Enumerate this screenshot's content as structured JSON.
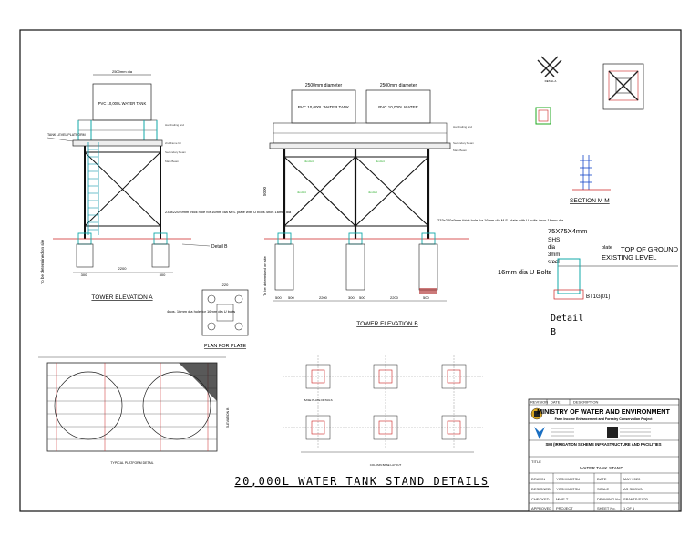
{
  "drawing_title": "20,000L WATER TANK STAND DETAILS",
  "views": {
    "tower_a": {
      "caption": "TOWER ELEVATION A",
      "tank_label": "PVC 10,000L WATER TANK",
      "dim_top": "2500mm dia",
      "tank_level": "TANK LEVEL PLATFORM",
      "anchor_note": "233x220x9mm thick hole for 16mm dia M.S. plate with U bolts 4nos 16mm dia",
      "detail_ref": "Detail B",
      "side_text": "To be determined on site",
      "dim_2200": "2200",
      "dim_300a": "300",
      "dim_300b": "300"
    },
    "tower_b": {
      "caption": "TOWER ELEVATION B",
      "dim_top1": "2500mm diameter",
      "dim_top2": "2500mm diameter",
      "tank1": "PVC 10,000L WATER TANK",
      "tank2": "PVC 10,000L WATER",
      "anchor_note": "233x220x9mm thick hole for 16mm dia M.S. plate with U bolts 4nos 16mm dia",
      "dims": [
        "500",
        "500",
        "2200",
        "300",
        "500",
        "2200",
        "500"
      ],
      "dim_5000": "5000",
      "side_text": "To be determined on site"
    },
    "plate": {
      "caption": "PLAN FOR PLATE",
      "dim": "220",
      "note": "4nos. 16mm dia hole for 16mm dia U bolts"
    },
    "detail_b": {
      "angle": "75X75X4mm",
      "shs": "SHS",
      "dia": "dia",
      "thk": "3mm",
      "steel": "steel",
      "plate": "plate",
      "ground": "TOP OF GROUND",
      "existing": "EXISTING LEVEL",
      "ubolts": "16mm dia U Bolts",
      "beam": "BT1G(01)",
      "title1": "Detail",
      "title2": "B"
    },
    "section": {
      "label": "SECTION M-M",
      "detail_a": "DETAIL A"
    },
    "platform": {
      "caption": "TYPICAL PLATFORM DETAIL",
      "elev": "ELEVATION B"
    },
    "base": {
      "caption": "COLUMN BASE LAYOUT",
      "sub": "BASE PLATE DETAILS"
    }
  },
  "title_block": {
    "revision": "REVISION",
    "date": "DATE",
    "description": "DESCRIPTION",
    "ministry": "MINISTRY OF WATER AND ENVIRONMENT",
    "project": "Farm Income Enhancement and Forestry Conservation Project",
    "scheme": "SMI (IRRIGATION SCHEME INFRASTRUCTURE AND FACILITIES",
    "title_label": "TITLE",
    "title_value": "WATER TANK STAND",
    "rows": [
      {
        "k1": "DRAWN",
        "v1": "YOSHIMATSU",
        "k2": "DATE",
        "v2": "MAY 2020"
      },
      {
        "k1": "DESIGNED",
        "v1": "YOSHIMATSU",
        "k2": "SCALE",
        "v2": "AS SHOWN"
      },
      {
        "k1": "CHECKED",
        "v1": "MWE T",
        "k2": "DRAWING No.",
        "v2": "SP/WTS/S1/20"
      },
      {
        "k1": "APPROVED",
        "v1": "PROJECT",
        "k2": "SHEET No.",
        "v2": "1 OF 1"
      }
    ]
  }
}
